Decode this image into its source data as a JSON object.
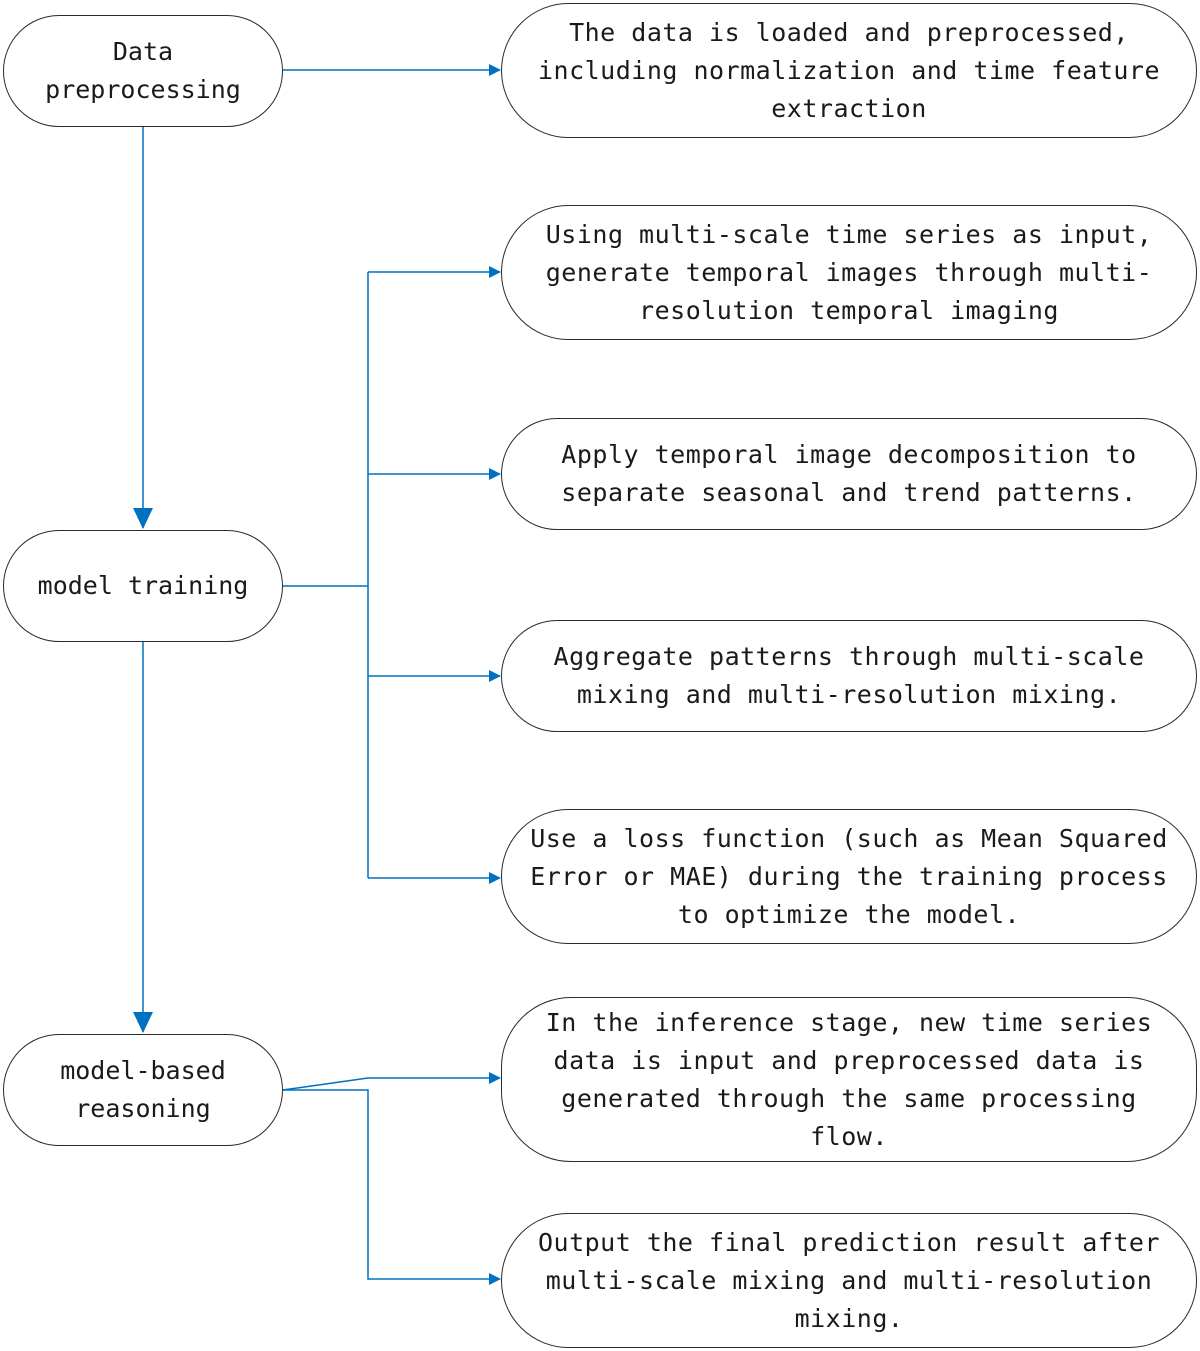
{
  "stages": [
    {
      "id": "stage-data-preprocessing",
      "text": "Data\npreprocessing"
    },
    {
      "id": "stage-model-training",
      "text": "model training"
    },
    {
      "id": "stage-model-based-reasoning",
      "text": "model-based\nreasoning"
    }
  ],
  "steps": [
    {
      "id": "step-load-preprocess",
      "text": "The data is loaded and preprocessed,\nincluding normalization and time feature\nextraction"
    },
    {
      "id": "step-temporal-imaging",
      "text": "Using multi-scale time series as input,\ngenerate temporal images through multi-\nresolution temporal imaging"
    },
    {
      "id": "step-decomposition",
      "text": "Apply temporal image decomposition to\nseparate seasonal and trend patterns."
    },
    {
      "id": "step-aggregate",
      "text": "Aggregate patterns through multi-scale\nmixing and multi-resolution mixing."
    },
    {
      "id": "step-loss",
      "text": "Use a loss function (such as Mean Squared\nError or MAE) during the training process\nto optimize the model."
    },
    {
      "id": "step-inference",
      "text": "In the inference stage, new time series\ndata is input and preprocessed data is\ngenerated through the same processing\nflow."
    },
    {
      "id": "step-output",
      "text": "Output the final prediction result after\nmulti-scale mixing and multi-resolution\nmixing."
    }
  ],
  "colors": {
    "connector": "#0070c0",
    "border": "#2b2b2b",
    "text": "#1a1a1a"
  }
}
